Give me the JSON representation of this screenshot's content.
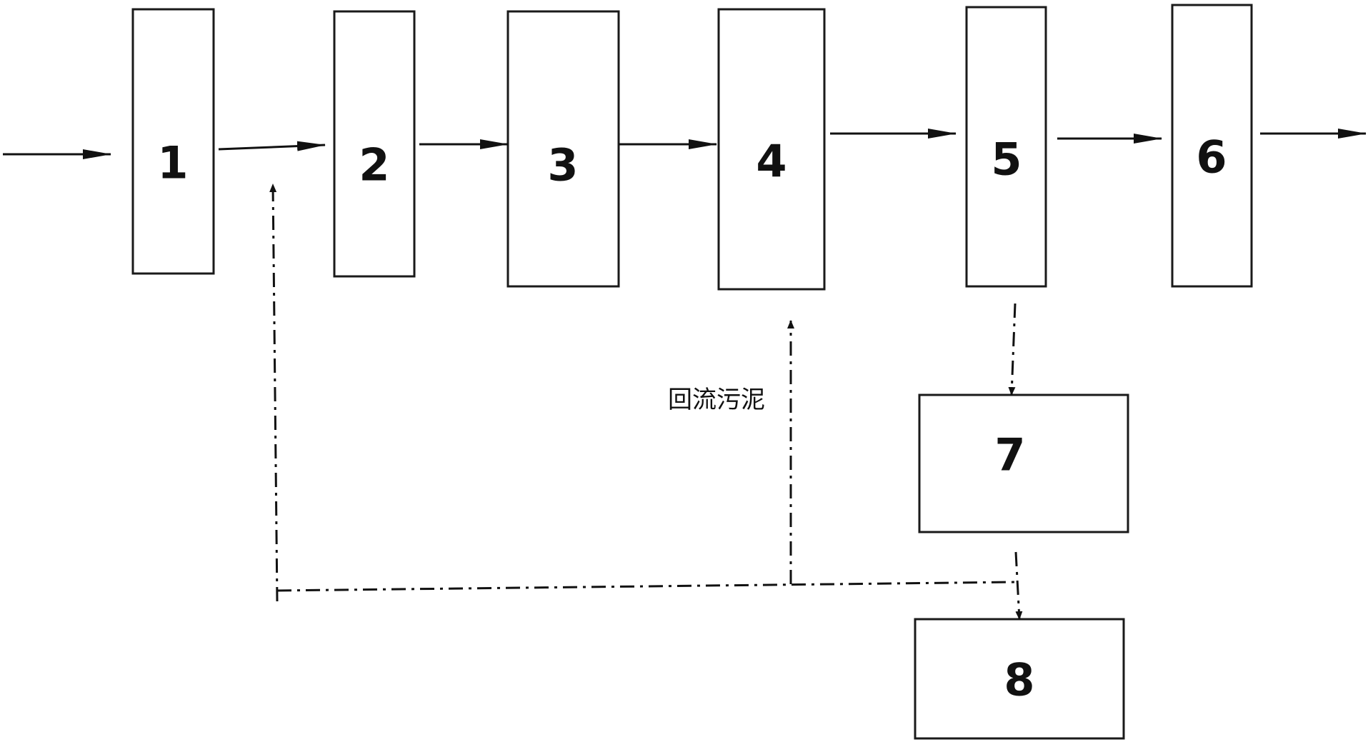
{
  "diagram": {
    "units": [
      {
        "id": "unit-1",
        "label": "1"
      },
      {
        "id": "unit-2",
        "label": "2"
      },
      {
        "id": "unit-3",
        "label": "3"
      },
      {
        "id": "unit-4",
        "label": "4"
      },
      {
        "id": "unit-5",
        "label": "5"
      },
      {
        "id": "unit-6",
        "label": "6"
      },
      {
        "id": "unit-7",
        "label": "7"
      },
      {
        "id": "unit-8",
        "label": "8"
      }
    ],
    "annotation": "回流污泥",
    "colors": {
      "line": "#111111",
      "box_fill": "#ffffff"
    }
  }
}
